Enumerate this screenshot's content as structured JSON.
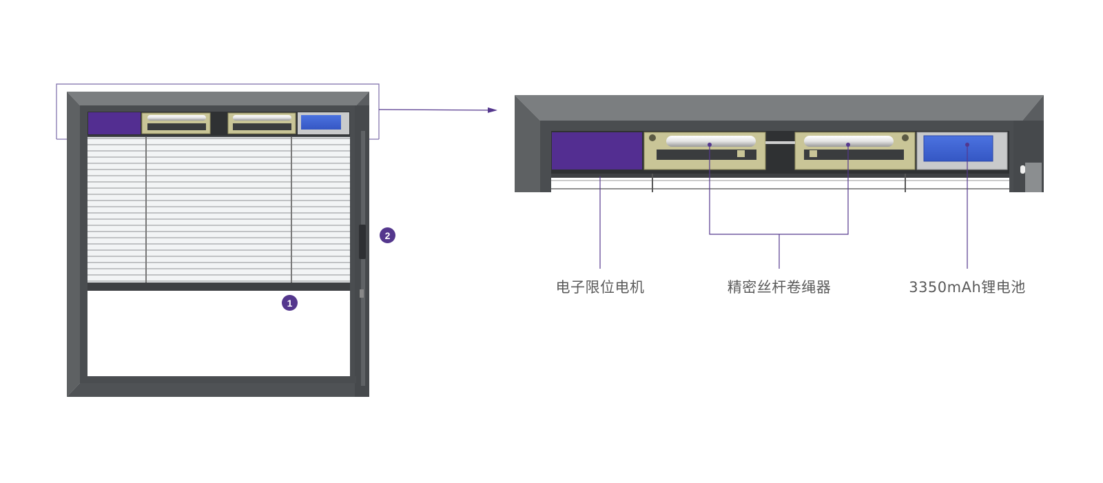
{
  "badges": {
    "one": "1",
    "two": "2"
  },
  "labels": {
    "motor": "电子限位电机",
    "winder": "精密丝杆卷绳器",
    "battery": "3350mAh锂电池"
  },
  "colors": {
    "frame_dark": "#4a4d50",
    "frame_mid": "#5e6163",
    "frame_top": "#7b7e80",
    "motor_purple": "#532e91",
    "battery_blue": "#3f67d6",
    "battery_case": "#c9cacb",
    "winder_khaki": "#c9c597",
    "accent_purple": "#54378d"
  }
}
